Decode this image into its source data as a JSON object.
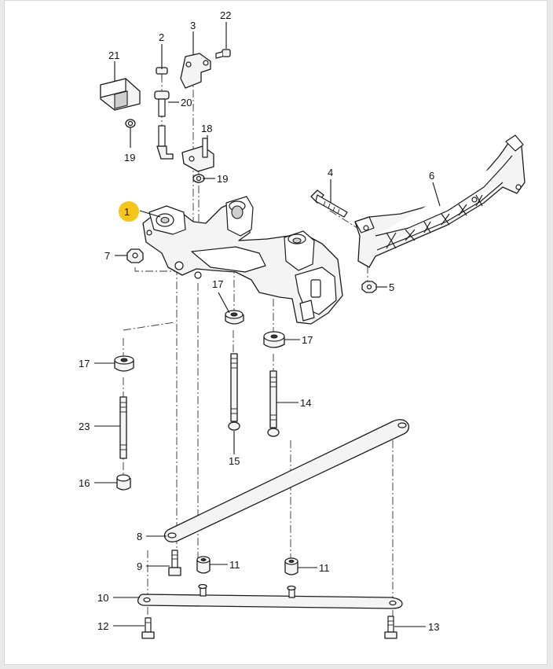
{
  "diagram": {
    "highlight_color": "#f5c518",
    "callouts": {
      "c1": "1",
      "c2": "2",
      "c3": "3",
      "c4": "4",
      "c5": "5",
      "c6": "6",
      "c7": "7",
      "c8": "8",
      "c9": "9",
      "c10": "10",
      "c11a": "11",
      "c11b": "11",
      "c12": "12",
      "c13": "13",
      "c14": "14",
      "c15": "15",
      "c16": "16",
      "c17a": "17",
      "c17b": "17",
      "c17c": "17",
      "c18": "18",
      "c19a": "19",
      "c19b": "19",
      "c20": "20",
      "c21": "21",
      "c22": "22",
      "c23": "23"
    }
  }
}
